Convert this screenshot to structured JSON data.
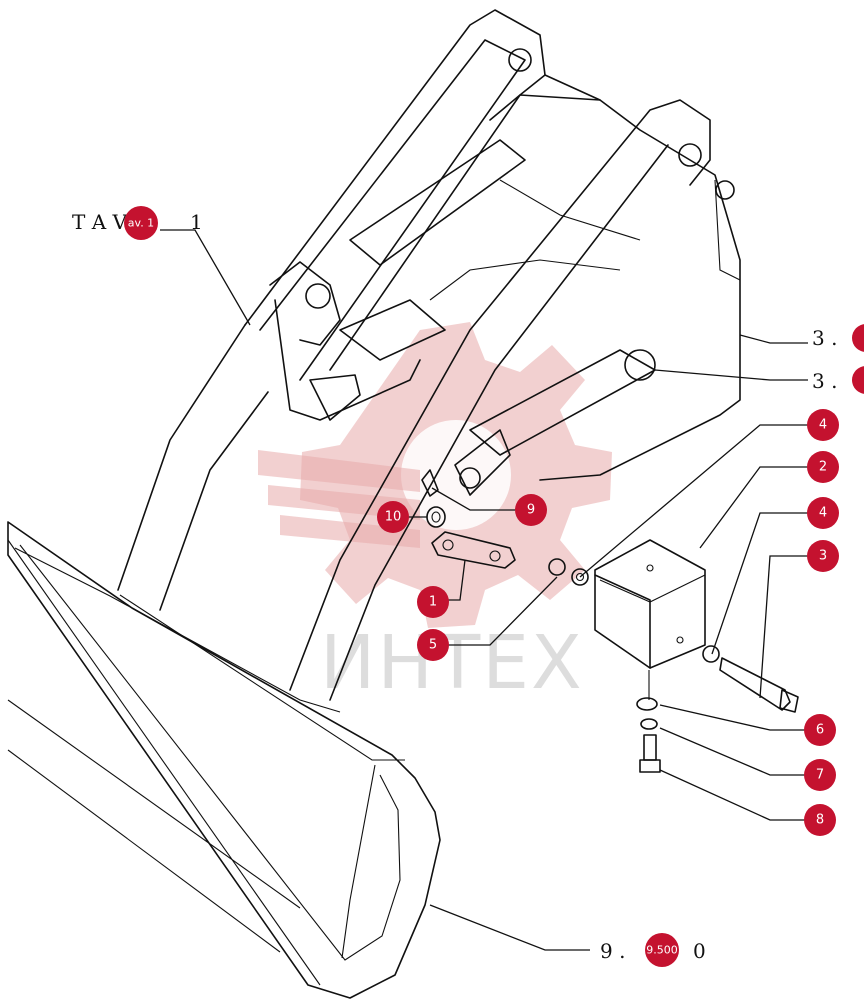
{
  "references": {
    "tav_prefix": "T A V",
    "tav_badge": "av. 1",
    "tav_suffix": "1",
    "ref_3_top": "3 .",
    "ref_3_bottom": "3 .",
    "ref_9_prefix": "9 .",
    "ref_9_badge": "9.500",
    "ref_9_suffix": "0"
  },
  "callouts": [
    "1",
    "2",
    "3",
    "4",
    "4",
    "5",
    "6",
    "7",
    "8",
    "9",
    "10"
  ],
  "watermark": "ИНТЕХ",
  "colors": {
    "badge": "#c4122f",
    "line": "#111111",
    "watermark": "#e8a9a9"
  }
}
